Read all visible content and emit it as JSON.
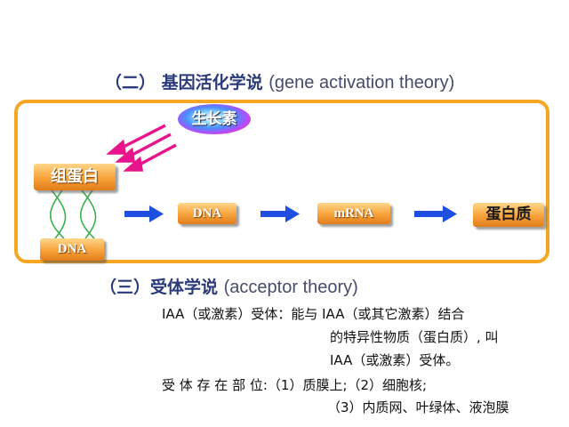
{
  "heading1": {
    "prefix": "（二） 基因活化学说",
    "english": "(gene activation theory)"
  },
  "heading2": {
    "prefix": "（三）受体学说",
    "english": "(acceptor theory)"
  },
  "diagram": {
    "hormone": "生长素",
    "protein_complex": "组蛋白",
    "dna_left": "DNA",
    "dna": "DNA",
    "mrna": "mRNA",
    "protein": "蛋白质",
    "colors": {
      "frame": "#f5a623",
      "arrow_blue": "#1f4fe0",
      "arrow_magenta": "#e8148c",
      "box_orange": "#f7a23a",
      "helix_green": "#3ab04a"
    }
  },
  "receptor": {
    "line1": "IAA（或激素）受体：能与 IAA（或其它激素）结合",
    "line2": "的特异性物质（蛋白质）, 叫",
    "line3": "IAA（或激素）受体。",
    "location_label": "受 体 存 在 部 位:",
    "location_line1": "（1）质膜上;（2）细胞核;",
    "location_line2": "（3）内质网、叶绿体、液泡膜"
  }
}
